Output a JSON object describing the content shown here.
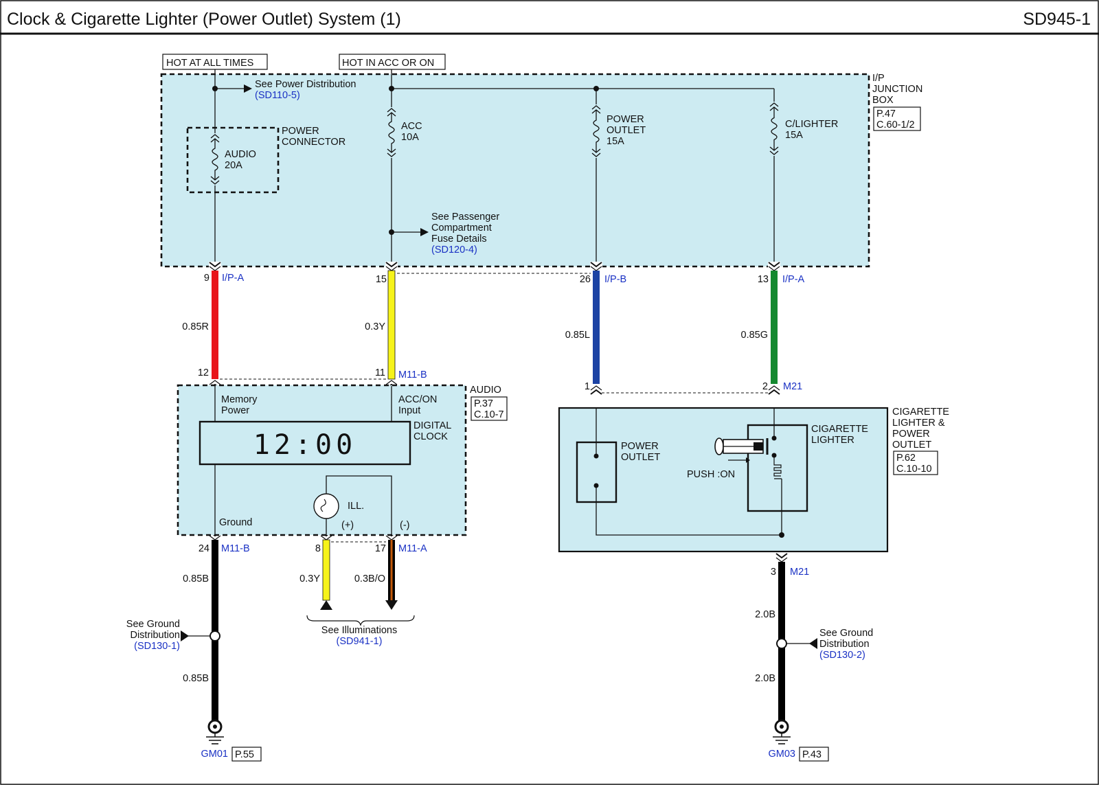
{
  "header": {
    "title": "Clock & Cigarette Lighter (Power Outlet) System (1)",
    "code": "SD945-1"
  },
  "power_sources": {
    "hot_at_all_times": "HOT AT ALL TIMES",
    "hot_in_acc_or_on": "HOT IN ACC OR ON"
  },
  "junction_box": {
    "label_lines": [
      "I/P",
      "JUNCTION",
      "BOX"
    ],
    "ref_lines": [
      "P.47",
      "C.60-1/2"
    ]
  },
  "references": {
    "power_distribution": {
      "lines": [
        "See Power Distribution"
      ],
      "ref": "(SD110-5)"
    },
    "passenger_fuse": {
      "lines": [
        "See Passenger",
        "Compartment",
        "Fuse Details"
      ],
      "ref": "(SD120-4)"
    },
    "ground_left": {
      "lines": [
        "See Ground",
        "Distribution"
      ],
      "ref": "(SD130-1)"
    },
    "ground_right": {
      "lines": [
        "See Ground",
        "Distribution"
      ],
      "ref": "(SD130-2)"
    },
    "illuminations": {
      "lines": [
        "See Illuminations"
      ],
      "ref": "(SD941-1)"
    }
  },
  "power_connector": {
    "lines": [
      "POWER",
      "CONNECTOR"
    ]
  },
  "fuses": {
    "audio": [
      "AUDIO",
      "20A"
    ],
    "acc": [
      "ACC",
      "10A"
    ],
    "power_outlet": [
      "POWER",
      "OUTLET",
      "15A"
    ],
    "c_lighter": [
      "C/LIGHTER",
      "15A"
    ]
  },
  "pins": {
    "jb_audio": "9",
    "jb_acc": "15",
    "jb_outlet": "26",
    "jb_lighter": "13",
    "audio_mem": "12",
    "audio_acc": "11",
    "m21_outlet": "1",
    "m21_lighter": "2",
    "audio_gnd": "24",
    "ill_plus": "8",
    "ill_minus": "17",
    "m21_gnd": "3"
  },
  "connectors": {
    "ip_a": "I/P-A",
    "ip_b": "I/P-B",
    "m11_b": "M11-B",
    "m11_a": "M11-A",
    "m21": "M21"
  },
  "wires": {
    "audio": "0.85R",
    "acc": "0.3Y",
    "outlet": "0.85L",
    "lighter": "0.85G",
    "gnd_upper": "0.85B",
    "gnd_lower": "0.85B",
    "ill_plus": "0.3Y",
    "ill_minus": "0.3B/O",
    "gnd_r_upper": "2.0B",
    "gnd_r_lower": "2.0B"
  },
  "wire_colors": {
    "red": "#e8151a",
    "yellow": "#f6f31a",
    "blue": "#1c43a4",
    "green": "#14892f",
    "black": "#000000",
    "orange": "#c45a0a"
  },
  "audio_unit": {
    "label": "AUDIO",
    "ref_lines": [
      "P.37",
      "C.10-7"
    ],
    "memory_power": [
      "Memory",
      "Power"
    ],
    "acc_on_input": [
      "ACC/ON",
      "Input"
    ],
    "digital_clock": [
      "DIGITAL",
      "CLOCK"
    ],
    "clock_display": "12:00",
    "ground": "Ground",
    "ill": "ILL.",
    "plus": "(+)",
    "minus": "(-)"
  },
  "lighter_unit": {
    "label_lines": [
      "CIGARETTE",
      "LIGHTER &",
      "POWER",
      "OUTLET"
    ],
    "ref_lines": [
      "P.62",
      "C.10-10"
    ],
    "power_outlet": [
      "POWER",
      "OUTLET"
    ],
    "cigarette_lighter": [
      "CIGARETTE",
      "LIGHTER"
    ],
    "push_on": "PUSH :ON"
  },
  "grounds": {
    "left": {
      "name": "GM01",
      "page": "P.55"
    },
    "right": {
      "name": "GM03",
      "page": "P.43"
    }
  },
  "icons": [
    "fuse-icon",
    "ground-icon",
    "lamp-icon",
    "lighter-element-icon",
    "arrow-right-icon"
  ]
}
